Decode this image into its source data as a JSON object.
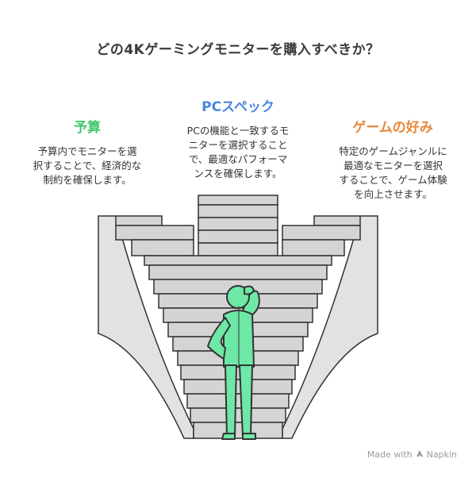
{
  "title": "どの4Kゲーミングモニターを購入すべきか？",
  "options": [
    {
      "title": "予算",
      "description": "予算内でモニターを選\n択することで、経済的な\n制約を確保します。",
      "color": "#3ec96b"
    },
    {
      "title": "PCスペック",
      "description": "PCの機能と一致するモ\nニターを選択すること\nで、最適なパフォーマ\nンスを確保します。",
      "color": "#4a86e0"
    },
    {
      "title": "ゲームの好み",
      "description": "特定のゲームジャンルに\n最適なモニターを選択\nすることで、ゲーム体験\nを向上させます。",
      "color": "#e8883a"
    }
  ],
  "brand": {
    "text": "Made with",
    "name": "Napkin"
  }
}
